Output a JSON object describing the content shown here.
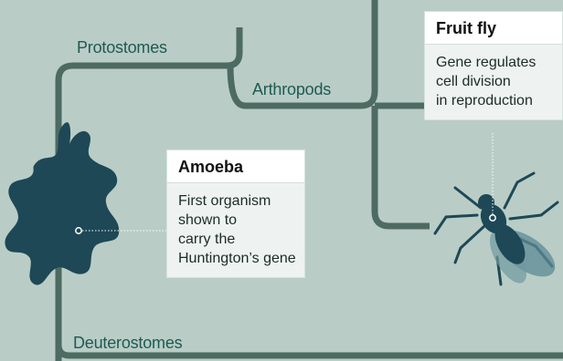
{
  "branches": {
    "protostomes": "Protostomes",
    "arthropods": "Arthropods",
    "deuterostomes": "Deuterostomes"
  },
  "organisms": {
    "fruit_fly": {
      "title": "Fruit fly",
      "description_lines": [
        "Gene regulates",
        "cell division",
        "in reproduction"
      ]
    },
    "amoeba": {
      "title": "Amoeba",
      "description_lines": [
        "First organism",
        "shown to",
        "carry the",
        "Huntington’s gene"
      ]
    }
  },
  "colors": {
    "background": "#b9cdc6",
    "tree_line": "#4d6b62",
    "organism": "#1e4856",
    "label_text": "#1e5a52"
  }
}
